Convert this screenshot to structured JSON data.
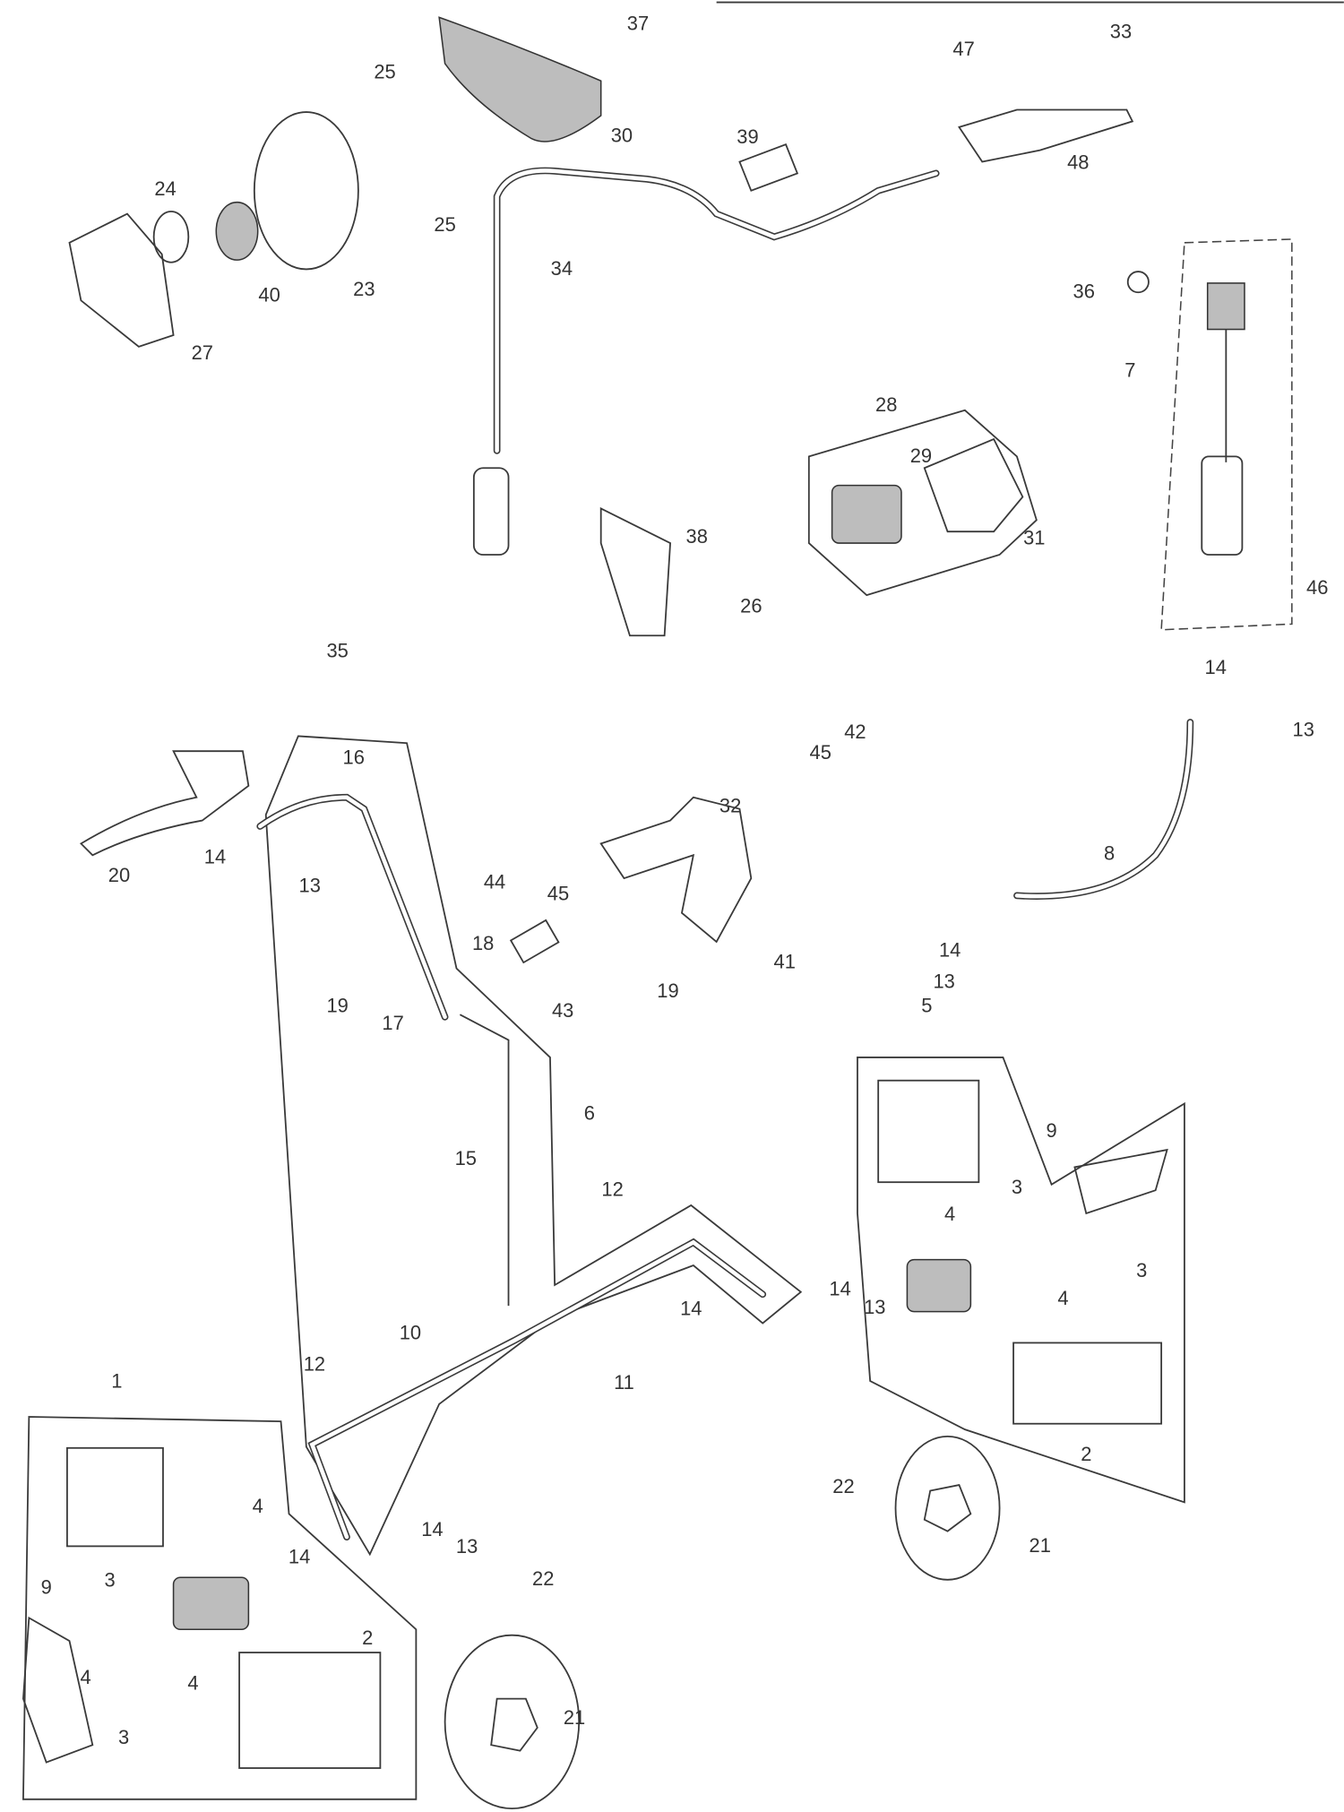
{
  "diagram": {
    "type": "exploded parts diagram",
    "labels": [
      "37",
      "47",
      "33",
      "25",
      "30",
      "39",
      "48",
      "24",
      "25",
      "34",
      "40",
      "23",
      "27",
      "36",
      "7",
      "28",
      "29",
      "38",
      "31",
      "46",
      "26",
      "35",
      "14",
      "13",
      "16",
      "42",
      "45",
      "32",
      "20",
      "14",
      "13",
      "44",
      "45",
      "8",
      "18",
      "41",
      "19",
      "19",
      "17",
      "43",
      "14",
      "13",
      "5",
      "6",
      "9",
      "15",
      "3",
      "12",
      "4",
      "3",
      "4",
      "14",
      "14",
      "13",
      "10",
      "11",
      "12",
      "1",
      "2",
      "22",
      "21",
      "4",
      "14",
      "13",
      "14",
      "3",
      "9",
      "22",
      "2",
      "4",
      "4",
      "3",
      "21"
    ]
  }
}
